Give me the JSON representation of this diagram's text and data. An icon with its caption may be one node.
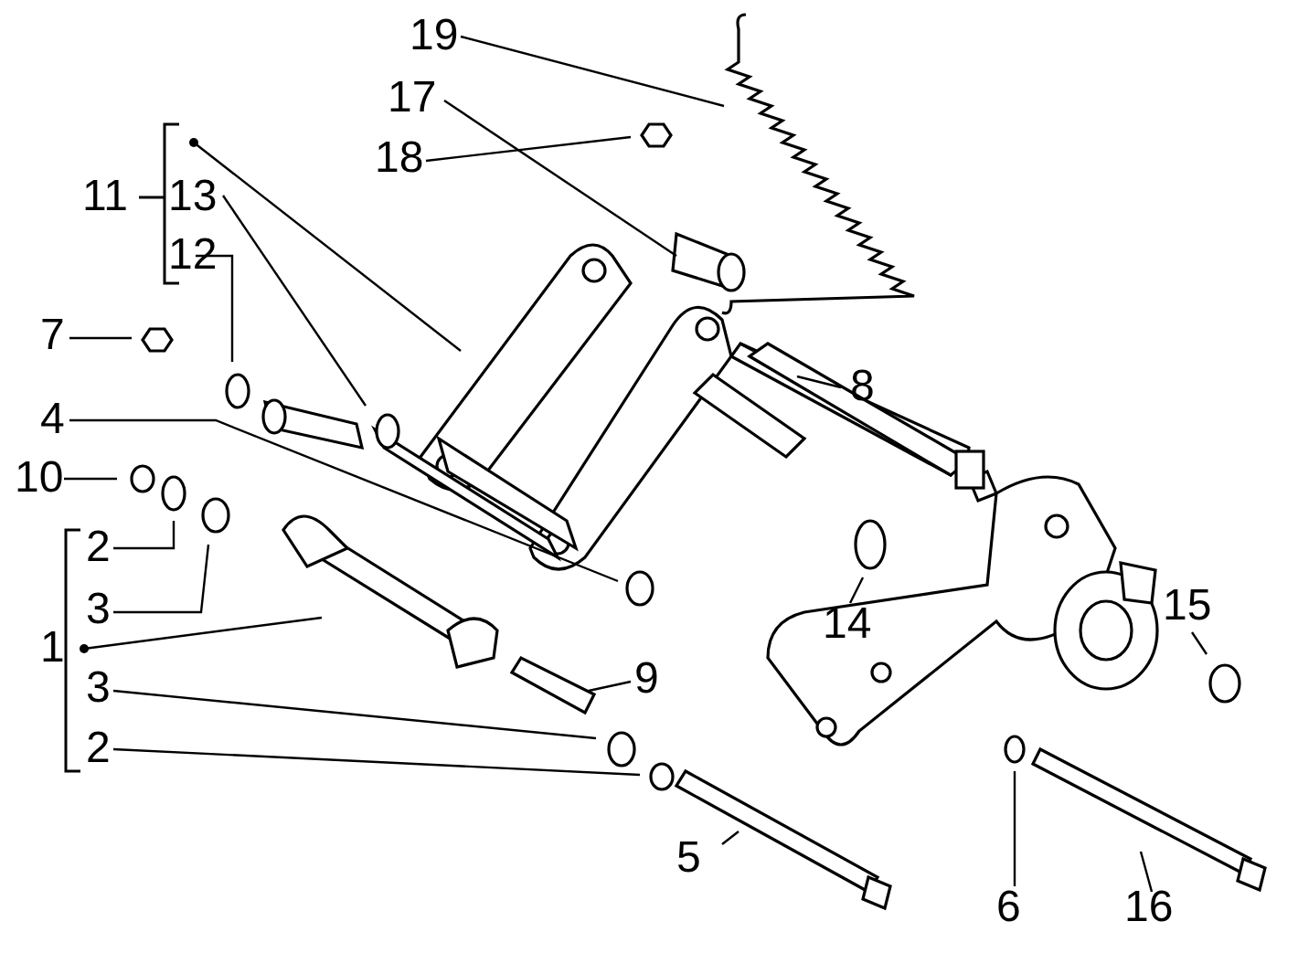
{
  "diagram": {
    "nodes": [
      {
        "text": [
          "19"
        ]
      },
      {
        "text": [
          "17"
        ]
      },
      {
        "text": [
          "18"
        ]
      },
      {
        "text": [
          "11"
        ]
      },
      {
        "text": [
          "13"
        ]
      },
      {
        "text": [
          "12"
        ]
      },
      {
        "text": [
          "7"
        ]
      },
      {
        "text": [
          "8"
        ]
      },
      {
        "text": [
          "4"
        ]
      },
      {
        "text": [
          "10"
        ]
      },
      {
        "text": [
          "2"
        ]
      },
      {
        "text": [
          "3"
        ]
      },
      {
        "text": [
          "1"
        ]
      },
      {
        "text": [
          "14"
        ]
      },
      {
        "text": [
          "15"
        ]
      },
      {
        "text": [
          "3"
        ]
      },
      {
        "text": [
          "9"
        ]
      },
      {
        "text": [
          "2"
        ]
      },
      {
        "text": [
          "5"
        ]
      },
      {
        "text": [
          "6"
        ]
      },
      {
        "text": [
          "16"
        ]
      }
    ],
    "edges": [
      {
        "from": 0,
        "to": null,
        "arrow": "none"
      },
      {
        "from": 1,
        "to": null,
        "arrow": "none"
      },
      {
        "from": 2,
        "to": null,
        "arrow": "none"
      },
      {
        "from": 3,
        "to": null,
        "arrow": "other"
      },
      {
        "from": 4,
        "to": null,
        "arrow": "none"
      },
      {
        "from": 5,
        "to": null,
        "arrow": "none"
      },
      {
        "from": 6,
        "to": null,
        "arrow": "none"
      },
      {
        "from": 7,
        "to": null,
        "arrow": "none"
      },
      {
        "from": 8,
        "to": null,
        "arrow": "none"
      },
      {
        "from": 9,
        "to": null,
        "arrow": "none"
      },
      {
        "from": 10,
        "to": null,
        "arrow": "none"
      },
      {
        "from": 11,
        "to": null,
        "arrow": "none"
      },
      {
        "from": 12,
        "to": null,
        "arrow": "other"
      },
      {
        "from": 13,
        "to": null,
        "arrow": "none"
      },
      {
        "from": 14,
        "to": null,
        "arrow": "none"
      },
      {
        "from": 15,
        "to": null,
        "arrow": "none"
      },
      {
        "from": 16,
        "to": null,
        "arrow": "none"
      },
      {
        "from": 17,
        "to": null,
        "arrow": "none"
      },
      {
        "from": 18,
        "to": null,
        "arrow": "none"
      },
      {
        "from": 19,
        "to": null,
        "arrow": "none"
      },
      {
        "from": 20,
        "to": null,
        "arrow": "none"
      }
    ]
  }
}
